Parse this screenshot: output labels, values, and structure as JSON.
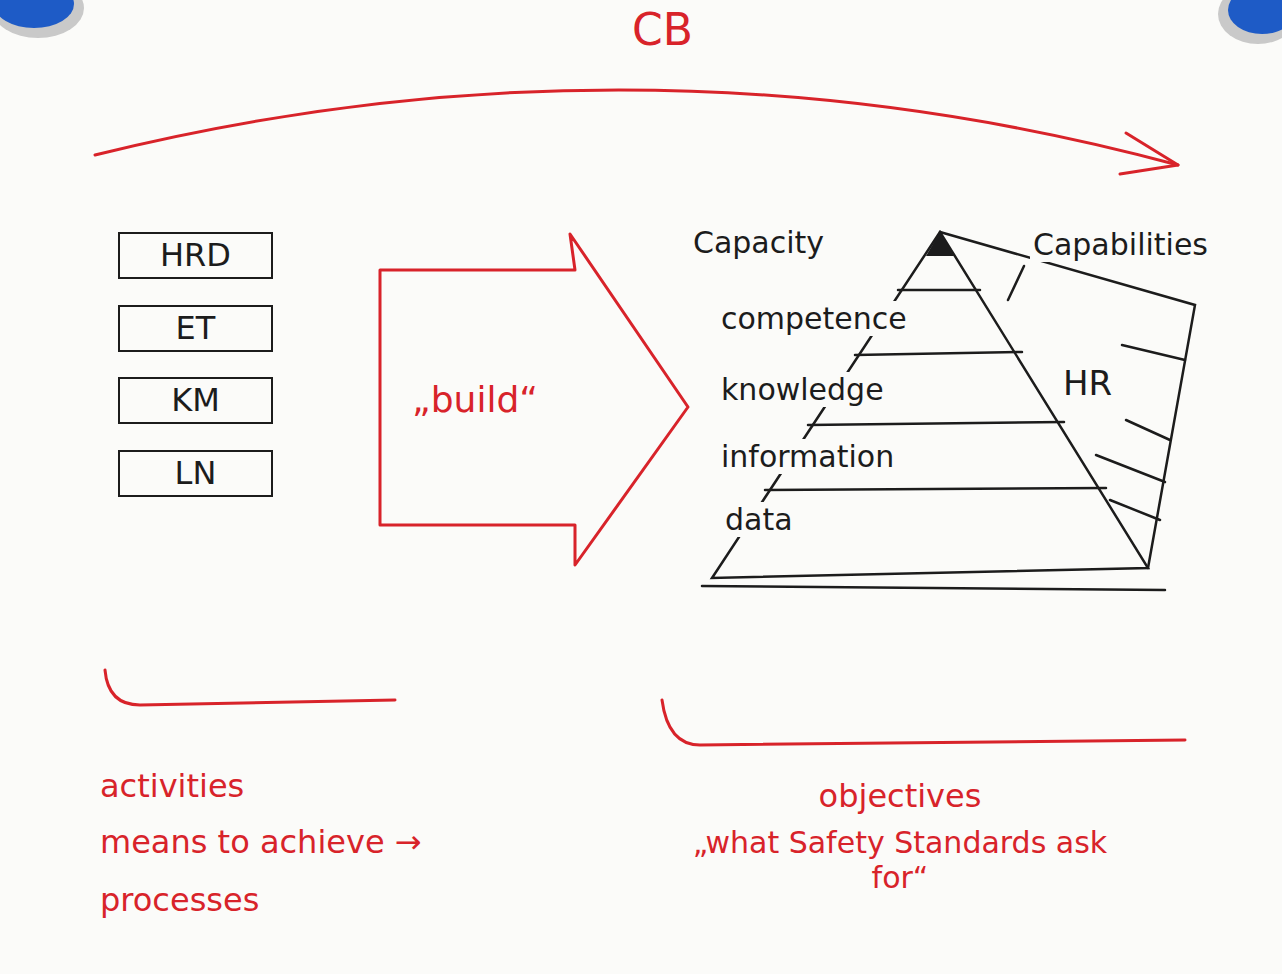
{
  "diagram": {
    "title": "CB",
    "nodes": [
      {
        "text": [
          "HRD"
        ]
      },
      {
        "text": [
          "ET"
        ]
      },
      {
        "text": [
          "KM"
        ]
      },
      {
        "text": [
          "LN"
        ]
      },
      {
        "text": [
          "„build“"
        ]
      }
    ],
    "labels": [
      "Capacity",
      "competence",
      "knowledge",
      "information",
      "data",
      "Capabilities",
      "HR",
      "activities",
      "means to achieve →",
      "processes",
      "objectives",
      "„what Safety Standards ask for“"
    ]
  }
}
